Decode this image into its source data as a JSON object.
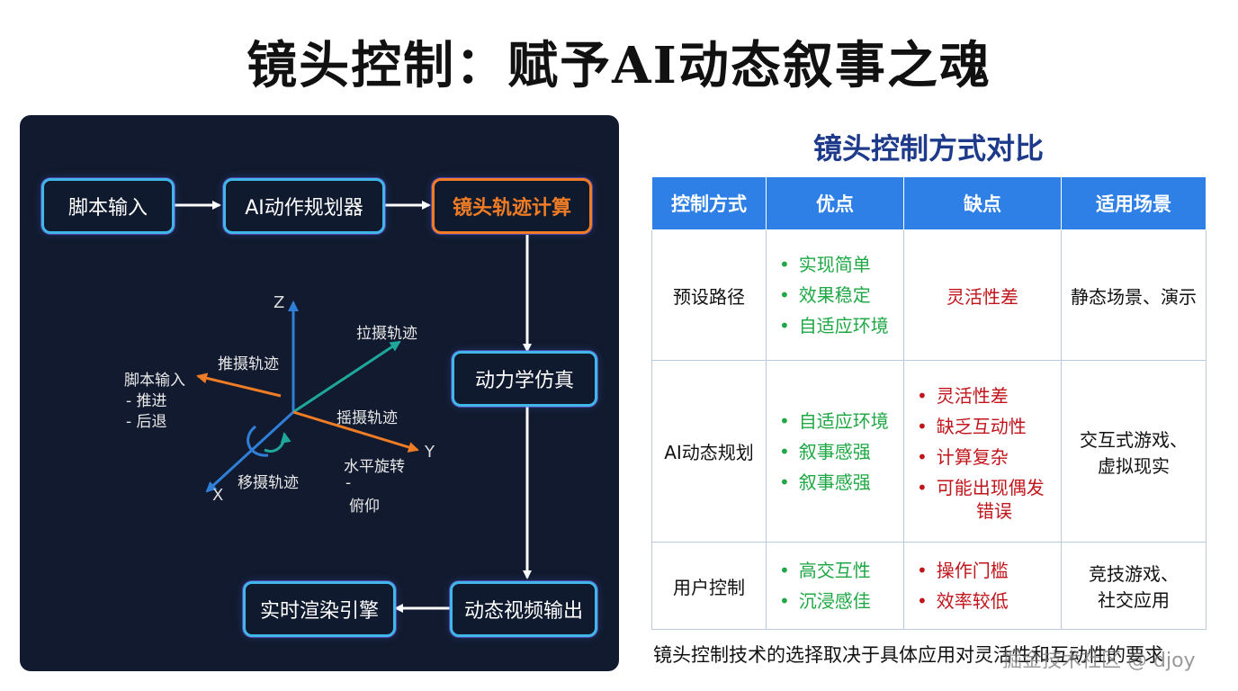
{
  "title": "镜头控制：赋予AI动态叙事之魂",
  "flowchart": {
    "nodes": {
      "script_input": "脚本输入",
      "ai_planner": "AI动作规划器",
      "trajectory_calc": "镜头轨迹计算",
      "dynamics_sim": "动力学仿真",
      "video_output": "动态视频输出",
      "render_engine": "实时渲染引擎"
    },
    "colors": {
      "panel_bg": "#111a2e",
      "node_border": "#3fb7e8",
      "highlight": "#f07d25",
      "axis_blue": "#2f7fd8",
      "axis_teal": "#1fa89a"
    }
  },
  "camera_diagram": {
    "axis_z": "Z",
    "axis_x": "X",
    "axis_y": "Y",
    "pull_track": "拉摄轨迹",
    "push_track": "推摄轨迹",
    "shake_track": "摇摄轨迹",
    "move_track": "移摄轨迹",
    "input_title": "脚本输入",
    "input_item1": "-  推进",
    "input_item2": "-  后退",
    "rotate_title": "水平旋转",
    "rotate_dash": "-",
    "rotate_item": "俯仰"
  },
  "comparison": {
    "title": "镜头控制方式对比",
    "headers": [
      "控制方式",
      "优点",
      "缺点",
      "适用场景"
    ],
    "rows": [
      {
        "method": "预设路径",
        "pros": [
          "实现简单",
          "效果稳定",
          "自适应环境"
        ],
        "cons_single": "灵活性差",
        "scene_line1": "静态场景、演示",
        "scene_line2": ""
      },
      {
        "method": "AI动态规划",
        "pros": [
          "自适应环境",
          "叙事感强",
          "叙事感强"
        ],
        "cons": [
          "灵活性差",
          "缺乏互动性",
          "计算复杂",
          "可能出现偶发"
        ],
        "cons_cont": "错误",
        "scene_line1": "交互式游戏、",
        "scene_line2": "虚拟现实"
      },
      {
        "method": "用户控制",
        "pros": [
          "高交互性",
          "沉浸感佳"
        ],
        "cons": [
          "操作门槛",
          "效率较低"
        ],
        "scene_line1": "竞技游戏、",
        "scene_line2": "社交应用"
      }
    ],
    "colors": {
      "header_bg": "#2f80e6",
      "pro": "#1fa845",
      "con": "#c0151b",
      "title": "#1e3a8a"
    }
  },
  "footnote": "镜头控制技术的选择取决于具体应用对灵活性和互动性的要求",
  "watermark": "掘金技术社区 @ djoy"
}
